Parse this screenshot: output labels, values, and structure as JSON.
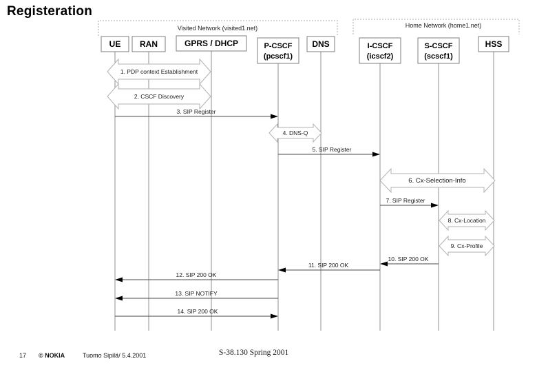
{
  "title": "Registeration",
  "networks": [
    {
      "label": "Visited Network (visited1.net)"
    },
    {
      "label": "Home Network (home1.net)"
    }
  ],
  "participants": [
    {
      "id": "ue",
      "lines": [
        "UE"
      ]
    },
    {
      "id": "ran",
      "lines": [
        "RAN"
      ]
    },
    {
      "id": "gprs",
      "lines": [
        "GPRS / DHCP"
      ]
    },
    {
      "id": "pcscf",
      "lines": [
        "P-CSCF",
        "(pcscf1)"
      ]
    },
    {
      "id": "dns",
      "lines": [
        "DNS"
      ]
    },
    {
      "id": "icscf",
      "lines": [
        "I-CSCF",
        "(icscf2)"
      ]
    },
    {
      "id": "scscf",
      "lines": [
        "S-CSCF",
        "(scscf1)"
      ]
    },
    {
      "id": "hss",
      "lines": [
        "HSS"
      ]
    }
  ],
  "messages": [
    {
      "label": "1. PDP context Establishment",
      "from": "UE",
      "to": "GPRS / DHCP",
      "style": "block-double-arrow"
    },
    {
      "label": "2. CSCF Discovery",
      "from": "UE",
      "to": "GPRS / DHCP",
      "style": "block-double-arrow"
    },
    {
      "label": "3. SIP Register",
      "from": "UE",
      "to": "P-CSCF",
      "style": "arrow-right"
    },
    {
      "label": "4. DNS-Q",
      "from": "P-CSCF",
      "to": "DNS",
      "style": "block-double-arrow"
    },
    {
      "label": "5. SIP Register",
      "from": "P-CSCF",
      "to": "I-CSCF",
      "style": "arrow-right"
    },
    {
      "label": "6. Cx-Selection-Info",
      "from": "I-CSCF",
      "to": "HSS",
      "style": "block-double-arrow"
    },
    {
      "label": "7. SIP Register",
      "from": "I-CSCF",
      "to": "S-CSCF",
      "style": "arrow-right"
    },
    {
      "label": "8. Cx-Location",
      "from": "S-CSCF",
      "to": "HSS",
      "style": "block-double-arrow"
    },
    {
      "label": "9. Cx-Profile",
      "from": "S-CSCF",
      "to": "HSS",
      "style": "block-double-arrow"
    },
    {
      "label": "10. SIP 200 OK",
      "from": "S-CSCF",
      "to": "I-CSCF",
      "style": "arrow-left"
    },
    {
      "label": "11. SIP 200 OK",
      "from": "I-CSCF",
      "to": "P-CSCF",
      "style": "arrow-left"
    },
    {
      "label": "12. SIP 200 OK",
      "from": "P-CSCF",
      "to": "UE",
      "style": "arrow-left"
    },
    {
      "label": "13. SIP NOTIFY",
      "from": "P-CSCF",
      "to": "UE",
      "style": "arrow-left"
    },
    {
      "label": "14. SIP 200 OK",
      "from": "UE",
      "to": "P-CSCF",
      "style": "arrow-right"
    }
  ],
  "footer": {
    "page_number": "17",
    "copyright": "© NOKIA",
    "author_date": "Tuomo Sipilä/ 5.4.2001",
    "course": "S-38.130 Spring 2001"
  },
  "colors": {
    "background": "#ffffff",
    "box_border": "#7d7d7d",
    "lifeline": "#8f8f8f",
    "network_dash": "#a8a8a8",
    "block_arrow_outline": "#b2b2b2",
    "message_line": "#4a4a4a",
    "text": "#000000"
  }
}
